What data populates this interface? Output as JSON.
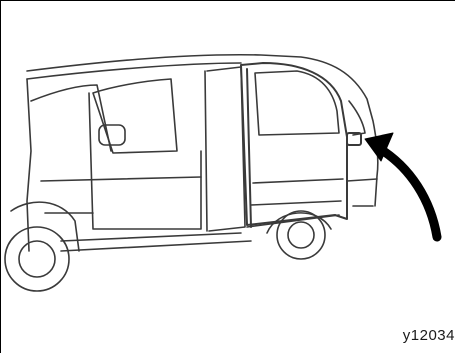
{
  "figure": {
    "code": "y12034",
    "subject": "van-side-view-sliding-door-open",
    "arrow": "curved-arrow-pointing-to-door-handle"
  }
}
